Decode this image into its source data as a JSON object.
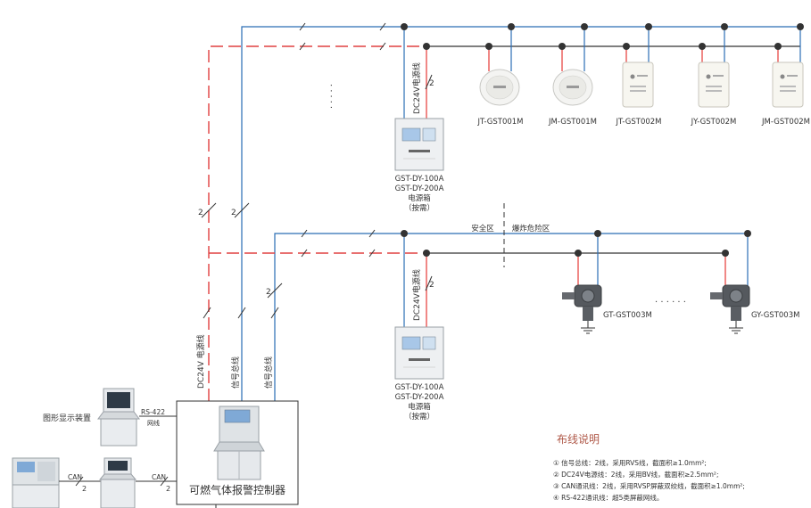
{
  "colors": {
    "signal": "#2a6db5",
    "power_dashed": "#e04040",
    "power": "#e53935",
    "node": "#333333",
    "legend_title": "#b05a4a"
  },
  "top": {
    "devices": [
      {
        "model": "JT-GST001M",
        "icon": "round-detector-icon"
      },
      {
        "model": "JM-GST001M",
        "icon": "round-detector-icon"
      },
      {
        "model": "JT-GST002M",
        "icon": "wall-detector-icon"
      },
      {
        "model": "JY-GST002M",
        "icon": "wall-detector-icon"
      },
      {
        "model": "JM-GST002M",
        "icon": "wall-detector-icon"
      }
    ],
    "psu": {
      "line_label": "DC24V电源线",
      "wire_count": "2",
      "lines": [
        "GST-DY-100A",
        "GST-DY-200A",
        "电源箱",
        "（按需）"
      ]
    },
    "ellipsis": "·····"
  },
  "middle": {
    "safe_zone": "安全区",
    "hazard_zone": "爆炸危险区",
    "psu": {
      "line_label": "DC24V电源线",
      "wire_count": "2",
      "lines": [
        "GST-DY-100A",
        "GST-DY-200A",
        "电源箱",
        "（按需）"
      ]
    },
    "devices": [
      {
        "model": "GT-GST003M",
        "icon": "explosion-proof-detector-icon"
      },
      {
        "model": "GY-GST003M",
        "icon": "explosion-proof-detector-icon"
      }
    ],
    "ellipsis": "· · · · · ·"
  },
  "vertical_labels": {
    "dc24v": "DC24V 电源线",
    "signal1": "信号总线",
    "signal2": "信号总线"
  },
  "wire_counts": {
    "left_red": "2",
    "left_blue": "2",
    "mid_blue": "2",
    "can1": "2",
    "can2": "2"
  },
  "controller": {
    "title": "可燃气体报警控制器"
  },
  "graphic_display": {
    "label": "图形显示装置",
    "link": "RS-422",
    "link_sub": "网线"
  },
  "can_links": {
    "left": "CAN",
    "right": "CAN"
  },
  "legend": {
    "title": "布线说明",
    "items": [
      "① 信号总线：2线，采用RVS线，截面积≥1.0mm²;",
      "② DC24V电源线：2线，采用BV线，截面积≥2.5mm²;",
      "③ CAN通讯线：2线，采用RVSP屏蔽双绞线，截面积≥1.0mm²;",
      "④ RS-422通讯线：超5类屏蔽网线。"
    ]
  }
}
